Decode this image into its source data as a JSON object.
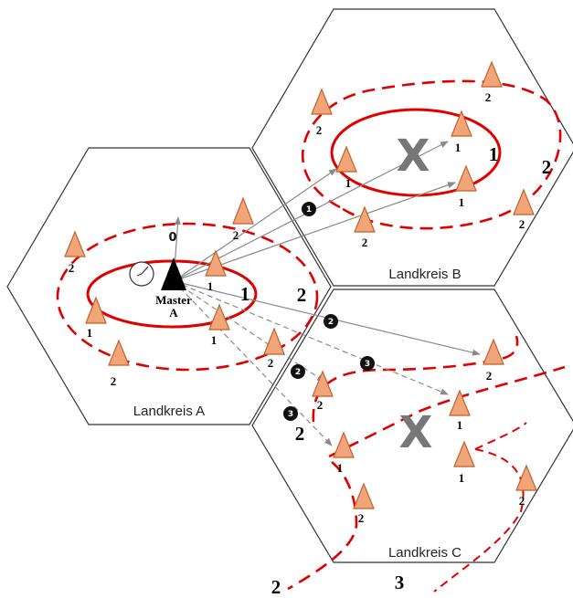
{
  "regions": {
    "a": "Landkreis A",
    "b": "Landkreis B",
    "c": "Landkreis C"
  },
  "master": {
    "line1": "Master",
    "line2": "A"
  },
  "ring_labels": {
    "a_ring1": "1",
    "a_ring2": "2",
    "b_ring1": "1",
    "b_ring2": "2",
    "c_ring2": "2",
    "bottom_2": "2",
    "bottom_3": "3"
  },
  "nodes": [
    {
      "label": "2"
    },
    {
      "label": "2"
    },
    {
      "label": "1"
    },
    {
      "label": "1"
    },
    {
      "label": "1"
    },
    {
      "label": "2"
    },
    {
      "label": "2"
    },
    {
      "label": "2"
    },
    {
      "label": "1"
    },
    {
      "label": "1"
    },
    {
      "label": "2"
    },
    {
      "label": "2"
    },
    {
      "label": "2"
    },
    {
      "label": "2"
    },
    {
      "label": "2"
    },
    {
      "label": "1"
    },
    {
      "label": "1"
    },
    {
      "label": "1"
    },
    {
      "label": "2"
    },
    {
      "label": "2"
    }
  ],
  "failed_marker": "X",
  "steps": {
    "zero": "0",
    "one": "1",
    "two_a": "2",
    "two_b": "2",
    "three_a": "3",
    "three_b": "3"
  },
  "colors": {
    "ring": "#e00000",
    "node_fill": "#f3a57a",
    "master": "#000000",
    "arrow": "#8a8a8a"
  },
  "icons": {
    "clock": "clock-icon",
    "master": "master-triangle-icon",
    "node": "node-triangle-icon",
    "failed": "failed-x-icon"
  }
}
